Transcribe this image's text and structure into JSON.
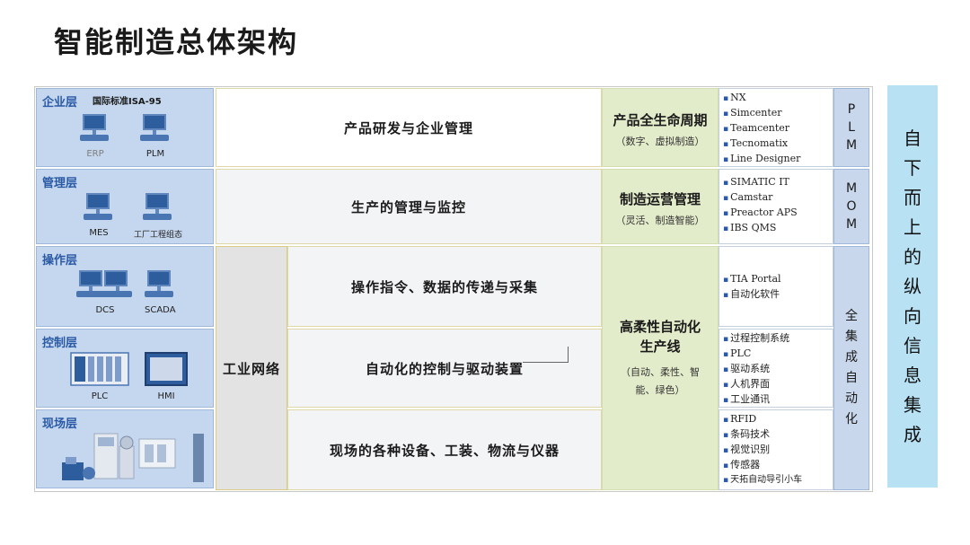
{
  "title": "智能制造总体架构",
  "layers": [
    {
      "name": "企业层",
      "sub": "国际标准ISA-95",
      "devices": [
        "ERP",
        "PLM"
      ]
    },
    {
      "name": "管理层",
      "devices": [
        "MES",
        "工厂工程组态"
      ]
    },
    {
      "name": "操作层",
      "devices": [
        "DCS",
        "SCADA"
      ]
    },
    {
      "name": "控制层",
      "devices": [
        "PLC",
        "HMI"
      ]
    },
    {
      "name": "现场层"
    }
  ],
  "middle": {
    "enterprise": "产品研发与企业管理",
    "management": "生产的管理与监控",
    "operation": "操作指令、数据的传递与采集",
    "control": "自动化的控制与驱动装置",
    "field": "现场的各种设备、工装、物流与仪器",
    "network": "工业网络"
  },
  "lifecycle": [
    {
      "title": "产品全生命周期",
      "sub": "（数字、虚拟制造）"
    },
    {
      "title": "制造运营管理",
      "sub": "（灵活、制造智能）"
    },
    {
      "title": "高柔性自动化生产线",
      "sub": "（自动、柔性、智能、绿色）"
    }
  ],
  "products": {
    "plm": [
      "NX",
      "Simcenter",
      "Teamcenter",
      "Tecnomatix",
      "Line Designer"
    ],
    "mom": [
      "SIMATIC IT",
      "Camstar",
      "Preactor APS",
      "IBS QMS"
    ],
    "operation": [
      "TIA Portal",
      "自动化软件"
    ],
    "control": [
      "过程控制系统",
      "PLC",
      "驱动系统",
      "人机界面",
      "工业通讯"
    ],
    "field": [
      "RFID",
      "条码技术",
      "视觉识别",
      "传感器",
      "天拓自动导引小车"
    ]
  },
  "systems": {
    "plm": [
      "P",
      "L",
      "M"
    ],
    "mom": [
      "M",
      "O",
      "M"
    ],
    "auto": [
      "全",
      "集",
      "成",
      "自",
      "动",
      "化"
    ]
  },
  "vertical": [
    "自",
    "下",
    "而",
    "上",
    "的",
    "纵",
    "向",
    "信",
    "息",
    "集",
    "成"
  ]
}
